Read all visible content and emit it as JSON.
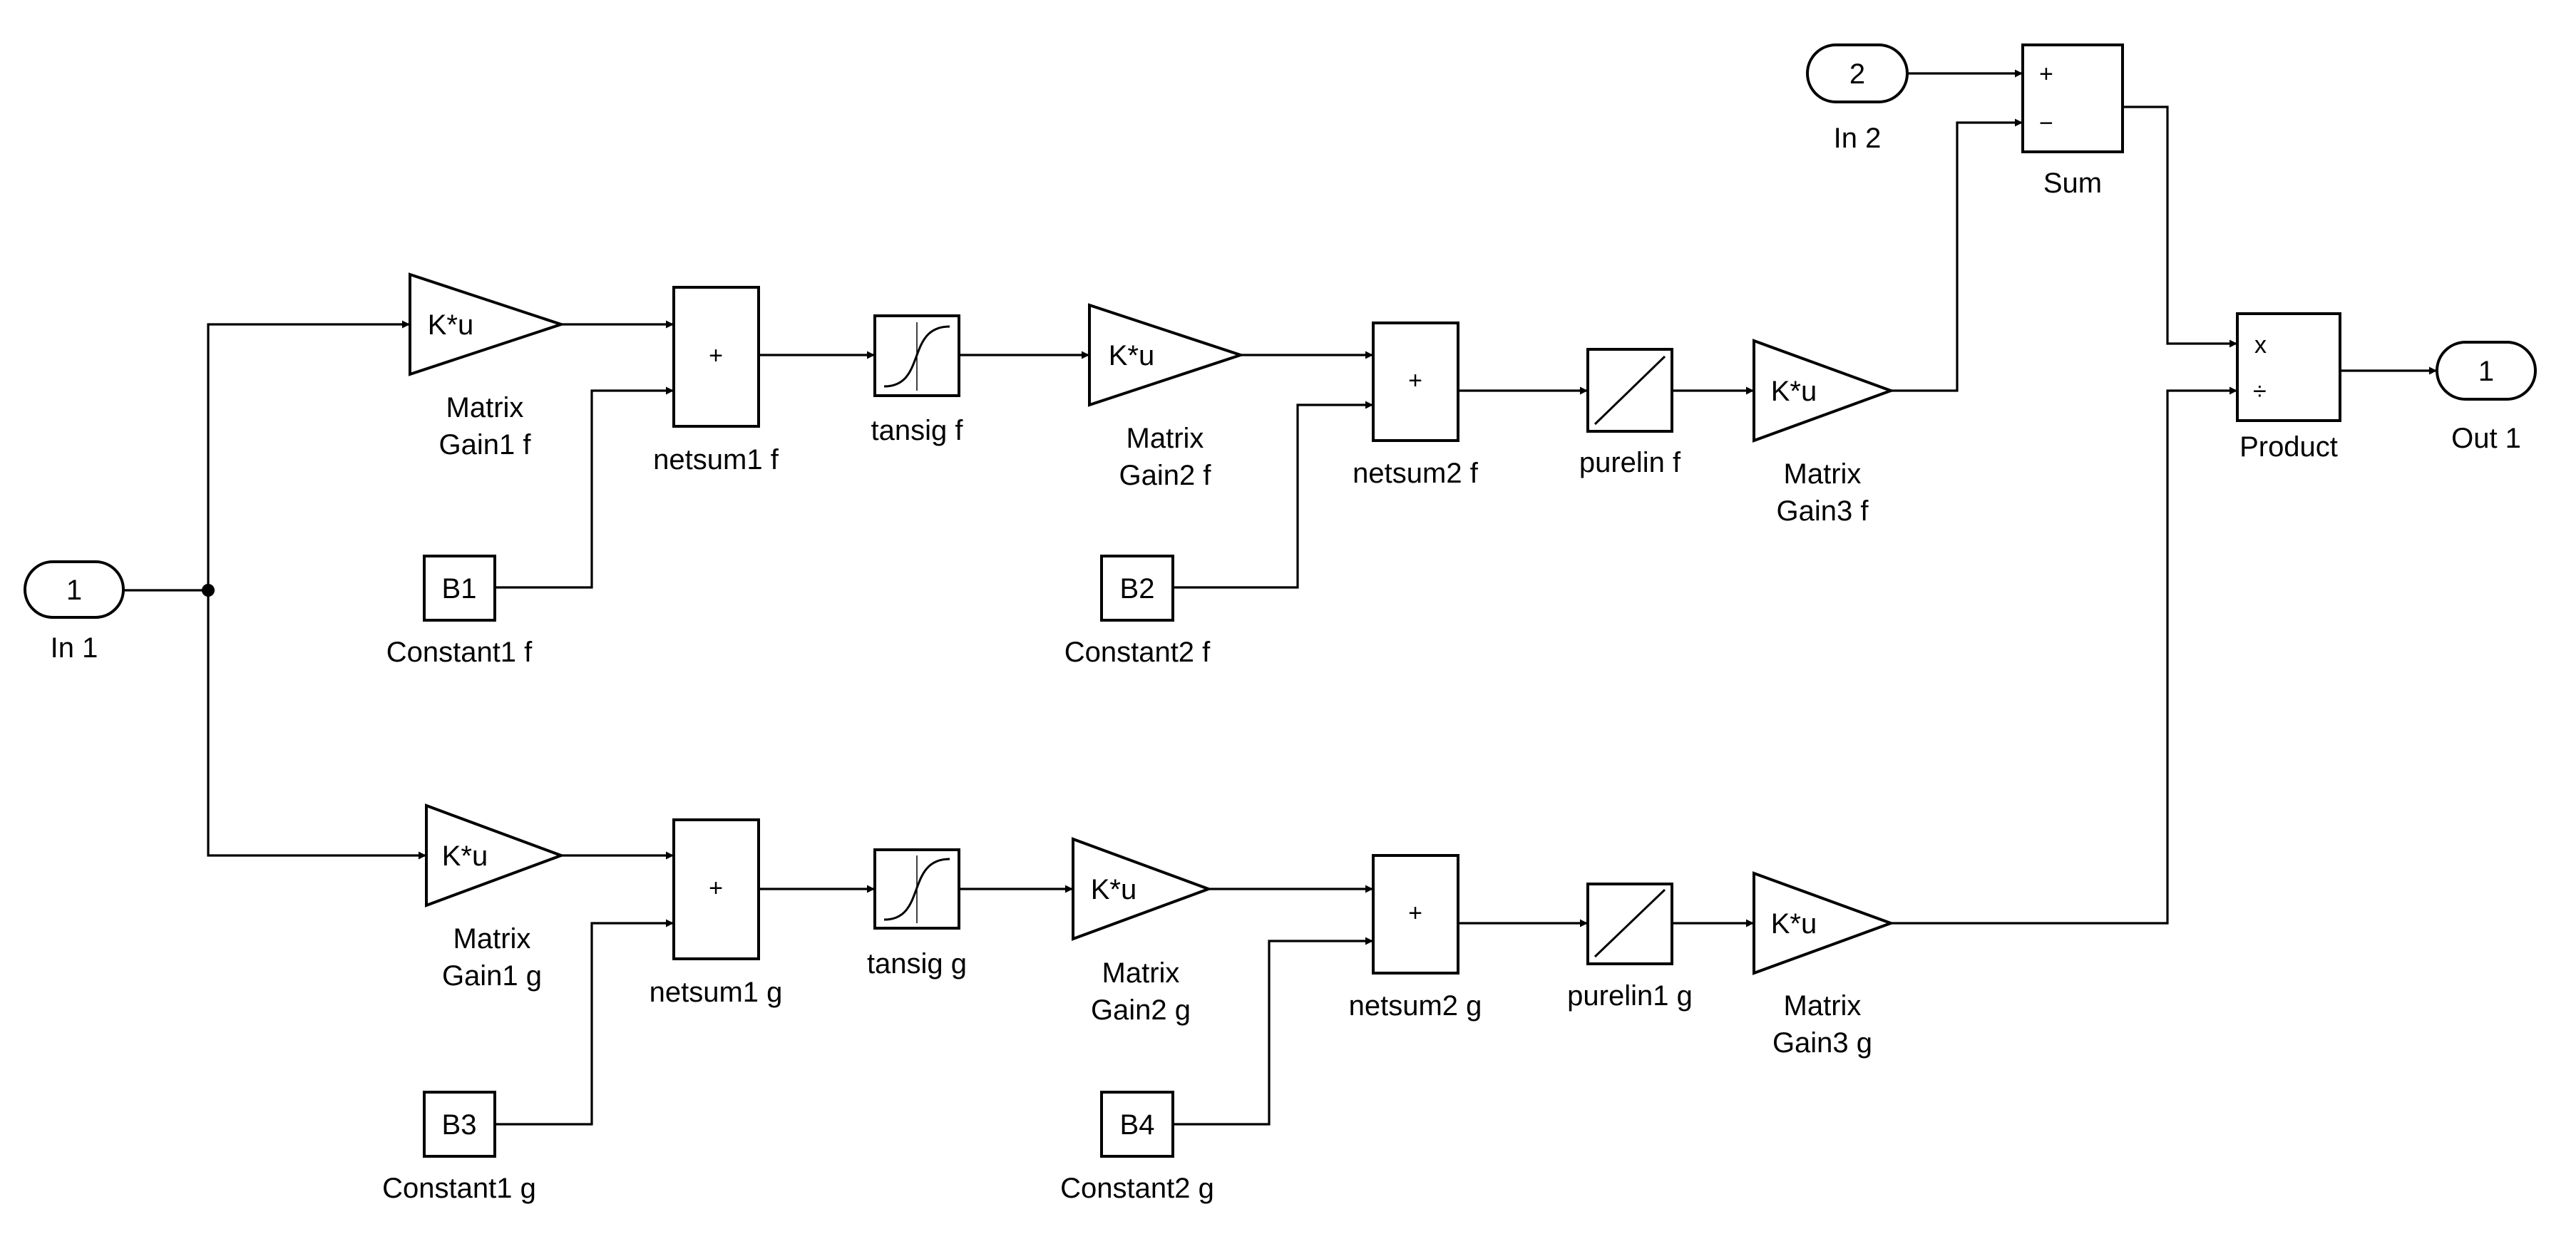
{
  "inports": {
    "in1": {
      "number": "1",
      "label": "In 1"
    },
    "in2": {
      "number": "2",
      "label": "In 2"
    }
  },
  "outports": {
    "out1": {
      "number": "1",
      "label": "Out 1"
    }
  },
  "gains": {
    "g1f": {
      "text": "K*u",
      "label1": "Matrix",
      "label2": "Gain1 f"
    },
    "g2f": {
      "text": "K*u",
      "label1": "Matrix",
      "label2": "Gain2 f"
    },
    "g3f": {
      "text": "K*u",
      "label1": "Matrix",
      "label2": "Gain3 f"
    },
    "g1g": {
      "text": "K*u",
      "label1": "Matrix",
      "label2": "Gain1 g"
    },
    "g2g": {
      "text": "K*u",
      "label1": "Matrix",
      "label2": "Gain2 g"
    },
    "g3g": {
      "text": "K*u",
      "label1": "Matrix",
      "label2": "Gain3 g"
    }
  },
  "sums": {
    "ns1f": {
      "sign": "+",
      "label": "netsum1 f"
    },
    "ns2f": {
      "sign": "+",
      "label": "netsum2 f"
    },
    "ns1g": {
      "sign": "+",
      "label": "netsum1 g"
    },
    "ns2g": {
      "sign": "+",
      "label": "netsum2 g"
    },
    "sum": {
      "sign1": "+",
      "sign2": "−",
      "label": "Sum"
    }
  },
  "constants": {
    "b1": {
      "value": "B1",
      "label": "Constant1 f"
    },
    "b2": {
      "value": "B2",
      "label": "Constant2 f"
    },
    "b3": {
      "value": "B3",
      "label": "Constant1 g"
    },
    "b4": {
      "value": "B4",
      "label": "Constant2 g"
    }
  },
  "transfer": {
    "tansig_f": {
      "label": "tansig f"
    },
    "tansig_g": {
      "label": "tansig g"
    },
    "purelin_f": {
      "label": "purelin f"
    },
    "purelin_g": {
      "label": "purelin1 g"
    }
  },
  "product": {
    "sign1": "x",
    "sign2": "÷",
    "label": "Product"
  }
}
